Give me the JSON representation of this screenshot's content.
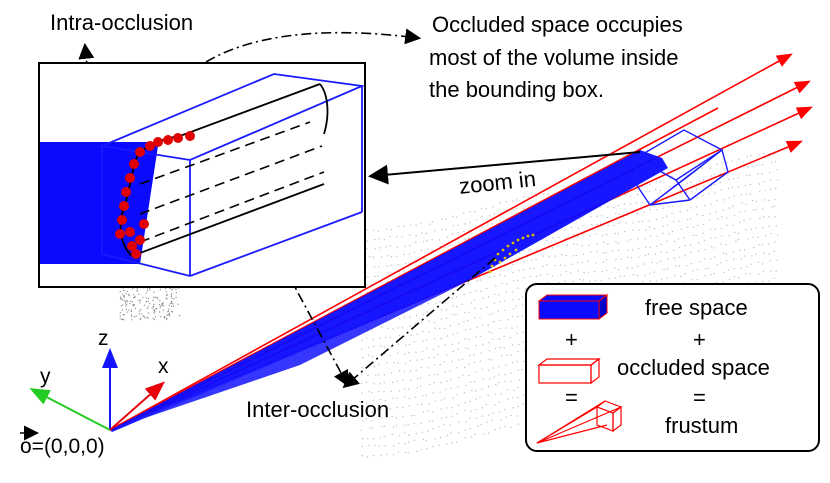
{
  "annotations": {
    "intra_occlusion": "Intra-occlusion",
    "inter_occlusion": "Inter-occlusion",
    "occluded_note_line1": "Occluded space occupies",
    "occluded_note_line2": "most of the volume inside",
    "occluded_note_line3": "the bounding box.",
    "zoom_in": "zoom in"
  },
  "axes": {
    "z": "z",
    "y": "y",
    "x": "x",
    "origin": "o=(0,0,0)",
    "colors": {
      "x": "#e8000b",
      "y": "#22cc22",
      "z": "#1414ff"
    }
  },
  "legend": {
    "free_space": "free space",
    "plus1": "+",
    "plus2": "+",
    "occluded_space": "occluded space",
    "eq1": "=",
    "eq2": "=",
    "frustum": "frustum"
  },
  "colors": {
    "free_space": "#0a0aff",
    "frustum_line": "#ff0000",
    "bbox": "#1a1aff",
    "point_cloud": "#8a8aa0",
    "object_points": "#e00000"
  }
}
